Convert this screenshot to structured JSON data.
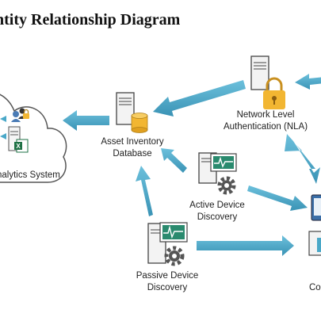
{
  "title": "ntity Relationship Diagram",
  "nodes": {
    "analytics": {
      "label": "nalytics System"
    },
    "asset_db": {
      "label_line1": "Asset Inventory",
      "label_line2": "Database"
    },
    "nla": {
      "label_line1": "Network Level",
      "label_line2": "Authentication (NLA)"
    },
    "active": {
      "label_line1": "Active Device",
      "label_line2": "Discovery"
    },
    "passive": {
      "label_line1": "Passive Device",
      "label_line2": "Discovery"
    },
    "clipped": {
      "label": "Co"
    }
  },
  "colors": {
    "arrow": "#4aa8c8",
    "arrow_dark": "#3a8fb0",
    "db": "#f2b632",
    "lock": "#f2b632",
    "monitor_screen": "#2a8a6e",
    "excel": "#1e7145",
    "gear": "#555555"
  }
}
